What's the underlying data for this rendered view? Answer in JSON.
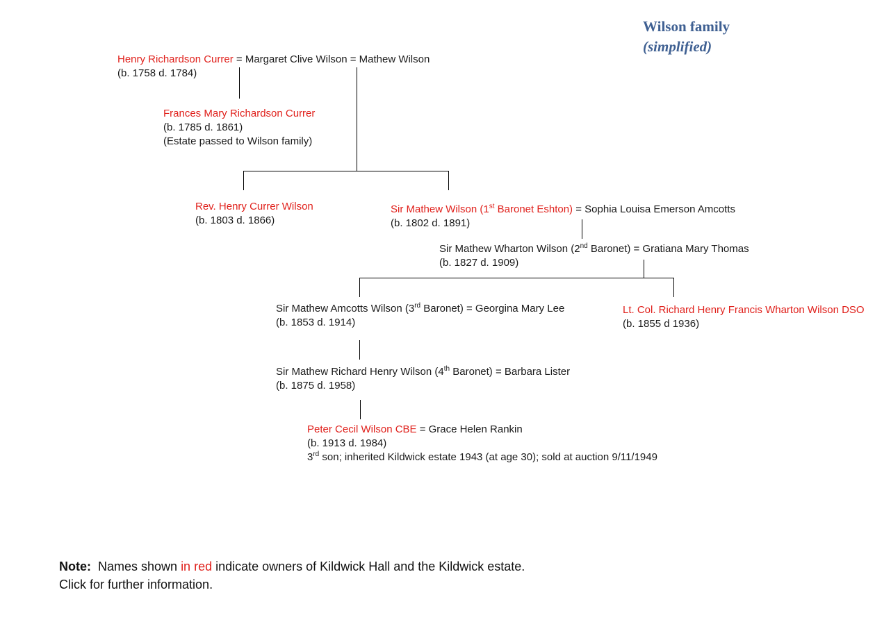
{
  "title": {
    "line1": "Wilson family",
    "line2": "(simplified)"
  },
  "p1": {
    "name": "Henry Richardson Currer",
    "spouses": " = Margaret Clive Wilson = Mathew Wilson",
    "dates": "(b. 1758 d. 1784)"
  },
  "p2": {
    "name": "Frances Mary Richardson Currer",
    "dates": "(b. 1785 d. 1861)",
    "note": "(Estate passed to Wilson family)"
  },
  "p3": {
    "name": "Rev. Henry Currer Wilson",
    "dates": "(b. 1803 d. 1866)"
  },
  "p4": {
    "name_a": "Sir Mathew Wilson (1",
    "sup": "st",
    "name_b": " Baronet Eshton)",
    "spouse": " = Sophia Louisa Emerson Amcotts",
    "dates": "(b. 1802 d. 1891)"
  },
  "p5": {
    "name_a": "Sir Mathew Wharton Wilson (2",
    "sup": "nd",
    "name_b": " Baronet) = Gratiana Mary Thomas",
    "dates": "(b. 1827 d. 1909)"
  },
  "p6": {
    "name_a": "Sir Mathew Amcotts Wilson (3",
    "sup": "rd",
    "name_b": " Baronet) = Georgina Mary Lee",
    "dates": "(b. 1853 d. 1914)"
  },
  "p7": {
    "name": "Lt. Col. Richard Henry Francis Wharton Wilson DSO",
    "dates": "(b. 1855 d 1936)"
  },
  "p8": {
    "name_a": "Sir Mathew Richard Henry Wilson (4",
    "sup": "th",
    "name_b": " Baronet) = Barbara Lister",
    "dates": "(b. 1875 d. 1958)"
  },
  "p9": {
    "name": "Peter Cecil Wilson CBE",
    "spouse": " = Grace Helen Rankin",
    "dates": "(b. 1913 d. 1984)",
    "note_a": "3",
    "note_sup": "rd",
    "note_b": " son; inherited Kildwick estate 1943 (at age 30); sold at auction 9/11/1949"
  },
  "note": {
    "label": "Note:",
    "text_a": "  Names shown ",
    "text_red": "in red",
    "text_b": " indicate owners of Kildwick Hall and the Kildwick estate.",
    "line2": "Click for further information."
  },
  "colors": {
    "owner_red": "#e0201b",
    "title_blue": "#3f6092",
    "text": "#1a1a1a"
  }
}
